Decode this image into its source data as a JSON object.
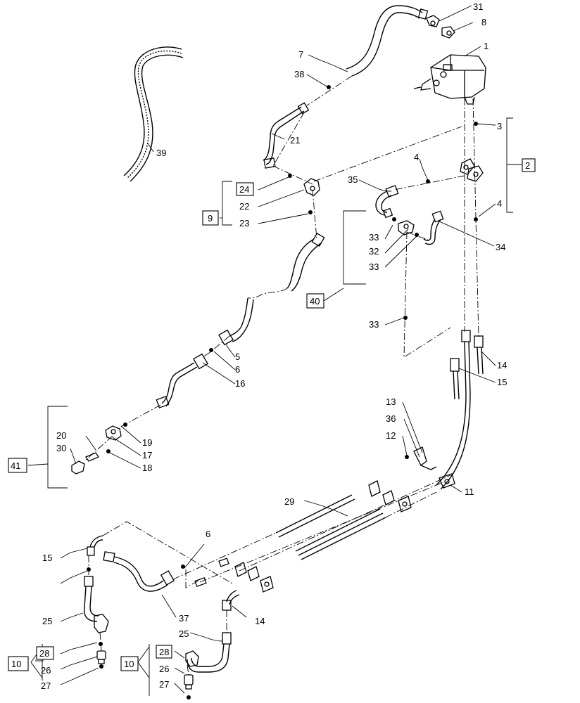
{
  "diagram": {
    "callouts": [
      "1",
      "2",
      "3",
      "4",
      "4",
      "5",
      "6",
      "6",
      "7",
      "8",
      "9",
      "10",
      "10",
      "11",
      "12",
      "13",
      "14",
      "14",
      "15",
      "15",
      "16",
      "17",
      "18",
      "19",
      "20",
      "21",
      "22",
      "23",
      "24",
      "25",
      "25",
      "26",
      "26",
      "27",
      "27",
      "28",
      "28",
      "29",
      "30",
      "31",
      "32",
      "33",
      "33",
      "33",
      "33",
      "34",
      "35",
      "36",
      "37",
      "38",
      "39",
      "40",
      "41"
    ]
  }
}
